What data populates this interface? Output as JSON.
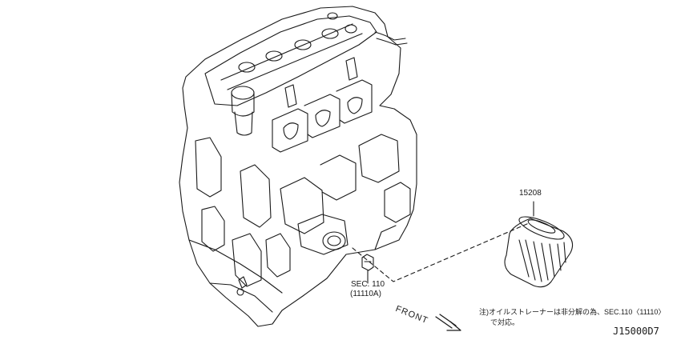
{
  "diagram": {
    "part_number": "15208",
    "sec_ref_line1": "SEC. 110",
    "sec_ref_line2": "(11110A)",
    "front_label": "FRONT",
    "note_line1": "注)オイルストレーナーは非分解の為、SEC.110〈11110〉",
    "note_line2": "で対応。",
    "drawing_id": "J15000D7"
  }
}
